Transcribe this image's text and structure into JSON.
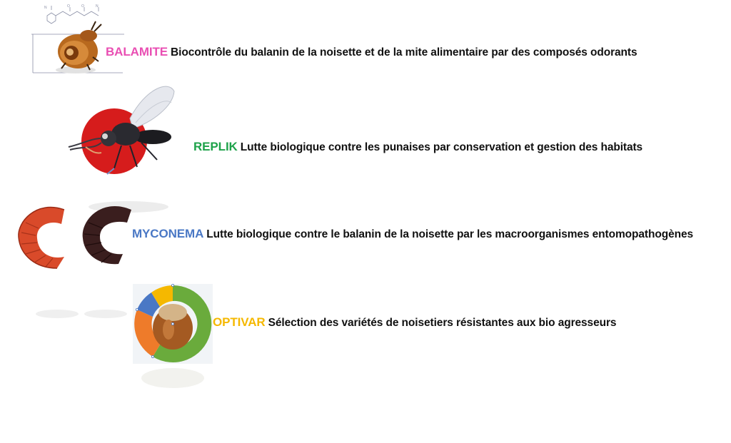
{
  "projects": [
    {
      "name": "BALAMITE",
      "color": "#e94fb3",
      "description": "Biocontrôle du balanin de la noisette et de la mite alimentaire par des composés odorants",
      "image": "weevil-on-molecule-illustration"
    },
    {
      "name": "REPLIK",
      "color": "#1ea24a",
      "description": "Lutte biologique contre les punaises par conservation et gestion des habitats",
      "image": "wasp-on-red-disc-illustration"
    },
    {
      "name": "MYCONEMA",
      "color": "#4a78c5",
      "description": "Lutte biologique contre le balanin de la noisette par les macroorganismes entomopathogènes",
      "image": "larvae-illustration"
    },
    {
      "name": "OPTIVAR",
      "color": "#f5b800",
      "description": "Sélection des variétés de noisetiers résistantes aux bio agresseurs",
      "image": "hazelnut-donut-chart-illustration"
    }
  ]
}
